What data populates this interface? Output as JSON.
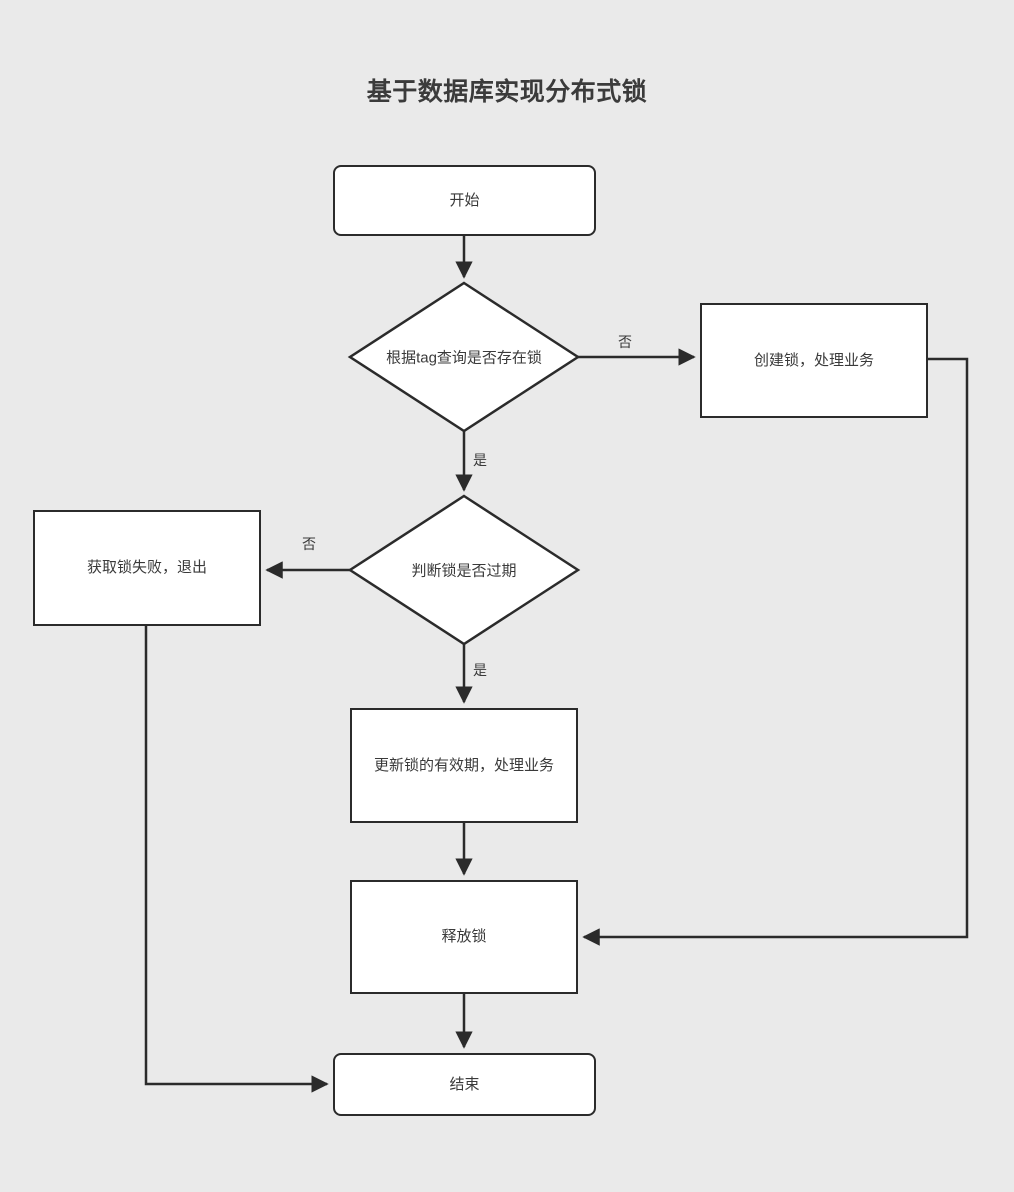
{
  "diagram": {
    "title": "基于数据库实现分布式锁",
    "background_color": "#eaeaea",
    "node_fill_color": "#ffffff",
    "stroke_color": "#2b2b2b",
    "text_color": "#3a3a3a"
  },
  "nodes": {
    "start": {
      "label": "开始",
      "shape": "rounded-rect"
    },
    "decision_query_lock": {
      "label": "根据tag查询是否存在锁",
      "shape": "diamond"
    },
    "create_lock": {
      "label": "创建锁，处理业务",
      "shape": "rect"
    },
    "decision_lock_expired": {
      "label": "判断锁是否过期",
      "shape": "diamond"
    },
    "acquire_fail": {
      "label": "获取锁失败，退出",
      "shape": "rect"
    },
    "update_expiry": {
      "label": "更新锁的有效期，处理业务",
      "shape": "rect"
    },
    "release_lock": {
      "label": "释放锁",
      "shape": "rect"
    },
    "end": {
      "label": "结束",
      "shape": "rounded-rect"
    }
  },
  "edge_labels": {
    "query_lock_no": "否",
    "query_lock_yes": "是",
    "lock_expired_no": "否",
    "lock_expired_yes": "是"
  },
  "chart_data": {
    "type": "diagram",
    "title": "基于数据库实现分布式锁",
    "nodes": [
      {
        "id": "start",
        "text": "开始",
        "shape": "rounded-rect"
      },
      {
        "id": "decision_query_lock",
        "text": "根据tag查询是否存在锁",
        "shape": "diamond"
      },
      {
        "id": "create_lock",
        "text": "创建锁，处理业务",
        "shape": "rect"
      },
      {
        "id": "decision_lock_expired",
        "text": "判断锁是否过期",
        "shape": "diamond"
      },
      {
        "id": "acquire_fail",
        "text": "获取锁失败，退出",
        "shape": "rect"
      },
      {
        "id": "update_expiry",
        "text": "更新锁的有效期，处理业务",
        "shape": "rect"
      },
      {
        "id": "release_lock",
        "text": "释放锁",
        "shape": "rect"
      },
      {
        "id": "end",
        "text": "结束",
        "shape": "rounded-rect"
      }
    ],
    "edges": [
      {
        "from": "start",
        "to": "decision_query_lock",
        "label": ""
      },
      {
        "from": "decision_query_lock",
        "to": "create_lock",
        "label": "否"
      },
      {
        "from": "decision_query_lock",
        "to": "decision_lock_expired",
        "label": "是"
      },
      {
        "from": "decision_lock_expired",
        "to": "acquire_fail",
        "label": "否"
      },
      {
        "from": "decision_lock_expired",
        "to": "update_expiry",
        "label": "是"
      },
      {
        "from": "update_expiry",
        "to": "release_lock",
        "label": ""
      },
      {
        "from": "create_lock",
        "to": "release_lock",
        "label": ""
      },
      {
        "from": "release_lock",
        "to": "end",
        "label": ""
      },
      {
        "from": "acquire_fail",
        "to": "end",
        "label": ""
      }
    ]
  }
}
